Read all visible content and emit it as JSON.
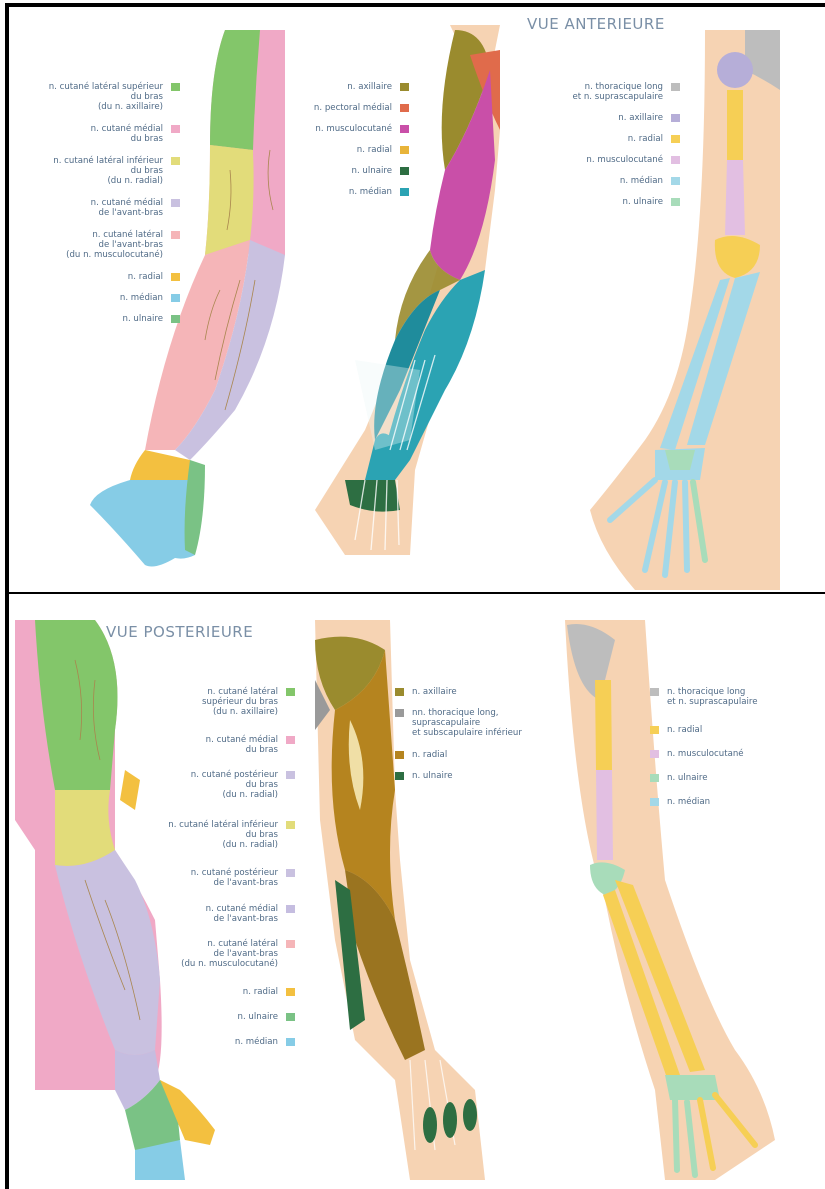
{
  "colors": {
    "axillaire": "#9a8b2e",
    "pectoral_medial": "#e06b4b",
    "musculocutane": "#c94fa8",
    "radial": "#f3c040",
    "ulnaire": "#2d6e42",
    "median": "#2ba3b3",
    "thoracique": "#b8b8b8",
    "skin_axillaire": "#83c66a",
    "skin_medial_bras": "#f0a9c6",
    "skin_lat_inf": "#e2dc7a",
    "skin_medial_avb": "#c9c1e0",
    "skin_lat_avb": "#f5b5b8",
    "skin_radial": "#f3c040",
    "skin_median": "#86cce6",
    "skin_ulnaire": "#7ac285",
    "bone_radial": "#f6cf55",
    "bone_axillaire": "#b6aed8",
    "bone_musculo": "#e2bfe2",
    "bone_median": "#a3d8e8",
    "bone_ulnaire": "#a8dcba",
    "bone_thoracique": "#bdbdbd",
    "skin_base": "#f6d3b3"
  },
  "anterior": {
    "title": "VUE ANTERIEURE",
    "skin_legend": [
      {
        "label": "n. cutané latéral supérieur\ndu bras\n(du n. axillaire)",
        "color": "#83c66a"
      },
      {
        "label": "n. cutané médial\ndu bras",
        "color": "#f0a9c6"
      },
      {
        "label": "n. cutané latéral inférieur\ndu bras\n(du n. radial)",
        "color": "#e2dc7a"
      },
      {
        "label": "n. cutané médial\nde l'avant-bras",
        "color": "#c9c1e0"
      },
      {
        "label": "n. cutané latéral\nde l'avant-bras\n(du n. musculocutané)",
        "color": "#f5b5b8"
      },
      {
        "label": "n. radial",
        "color": "#f3c040"
      },
      {
        "label": "n. médian",
        "color": "#86cce6"
      },
      {
        "label": "n. ulnaire",
        "color": "#7ac285"
      }
    ],
    "muscle_legend": [
      {
        "label": "n. axillaire",
        "color": "#9a8b2e"
      },
      {
        "label": "n. pectoral médial",
        "color": "#e06b4b"
      },
      {
        "label": "n. musculocutané",
        "color": "#c94fa8"
      },
      {
        "label": "n. radial",
        "color": "#e8b43a"
      },
      {
        "label": "n. ulnaire",
        "color": "#2d6e42"
      },
      {
        "label": "n. médian",
        "color": "#2ba3b3"
      }
    ],
    "bone_legend": [
      {
        "label": "n. thoracique long\net n. suprascapulaire",
        "color": "#bdbdbd"
      },
      {
        "label": "n. axillaire",
        "color": "#b6aed8"
      },
      {
        "label": "n. radial",
        "color": "#f6cf55"
      },
      {
        "label": "n. musculocutané",
        "color": "#e2bfe2"
      },
      {
        "label": "n. médian",
        "color": "#a3d8e8"
      },
      {
        "label": "n. ulnaire",
        "color": "#a8dcba"
      }
    ]
  },
  "posterior": {
    "title": "VUE POSTERIEURE",
    "skin_legend": [
      {
        "label": "n. cutané latéral\nsupérieur du bras\n(du n. axillaire)",
        "color": "#83c66a"
      },
      {
        "label": "n. cutané médial\ndu bras",
        "color": "#f0a9c6"
      },
      {
        "label": "n. cutané postérieur\ndu bras\n(du n. radial)",
        "color": "#c9c1e0"
      },
      {
        "label": "n. cutané latéral inférieur\ndu bras\n(du n. radial)",
        "color": "#e2dc7a"
      },
      {
        "label": "n. cutané postérieur\nde l'avant-bras",
        "color": "#c9c1e0"
      },
      {
        "label": "n. cutané médial\nde l'avant-bras",
        "color": "#c5bde0"
      },
      {
        "label": "n. cutané latéral\nde l'avant-bras\n(du n. musculocutané)",
        "color": "#f5b5b8"
      },
      {
        "label": "n. radial",
        "color": "#f3c040"
      },
      {
        "label": "n. ulnaire",
        "color": "#7ac285"
      },
      {
        "label": "n. médian",
        "color": "#86cce6"
      }
    ],
    "muscle_legend": [
      {
        "label": "n. axillaire",
        "color": "#9a8b2e"
      },
      {
        "label": "nn. thoracique long,\nsuprascapulaire\net subscapulaire inférieur",
        "color": "#9a9a9a"
      },
      {
        "label": "n. radial",
        "color": "#b5841f"
      },
      {
        "label": "n. ulnaire",
        "color": "#2d6e42"
      }
    ],
    "bone_legend": [
      {
        "label": "n. thoracique long\net n. suprascapulaire",
        "color": "#bdbdbd"
      },
      {
        "label": "n. radial",
        "color": "#f6cf55"
      },
      {
        "label": "n. musculocutané",
        "color": "#e2bfe2"
      },
      {
        "label": "n. ulnaire",
        "color": "#a8dcba"
      },
      {
        "label": "n. médian",
        "color": "#a3d8e8"
      }
    ]
  }
}
